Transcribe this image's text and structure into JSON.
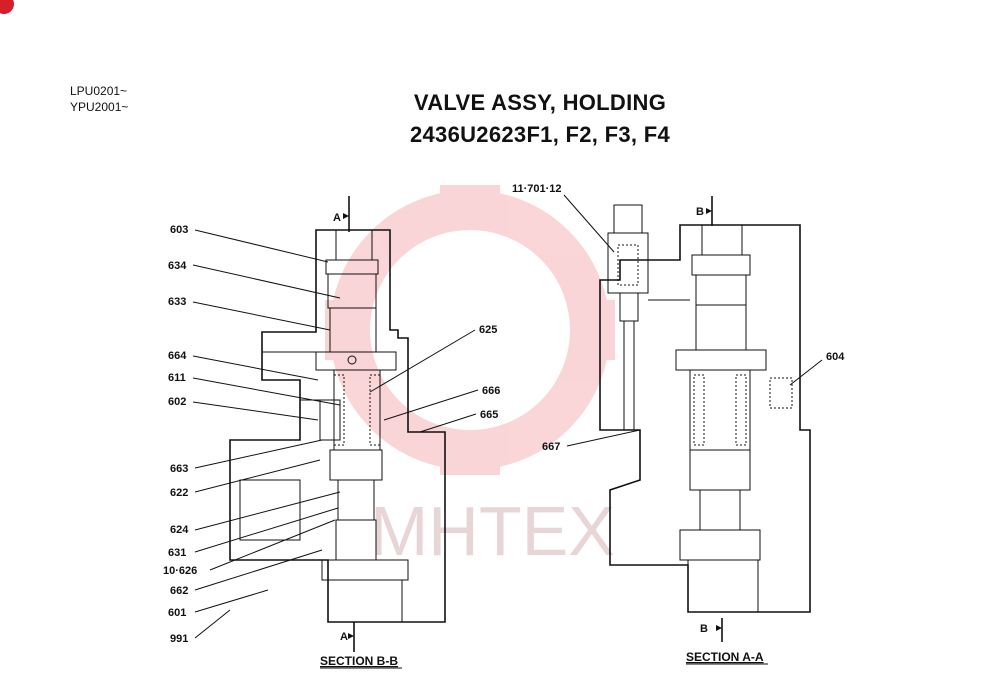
{
  "serials": [
    "LPU0201~",
    "YPU2001~"
  ],
  "title": {
    "line1": "VALVE ASSY,  HOLDING",
    "line2": "2436U2623F1, F2, F3, F4"
  },
  "watermark": {
    "text": "MHTEX",
    "color": "#f3b3b5"
  },
  "colors": {
    "ink": "#111111",
    "badge": "#d61f2b"
  },
  "left_view": {
    "section": "SECTION B-B",
    "cut_top": "A",
    "cut_bottom": "A",
    "labels": {
      "p603": "603",
      "p634": "634",
      "p633": "633",
      "p664": "664",
      "p611": "611",
      "p602": "602",
      "p663": "663",
      "p622": "622",
      "p624": "624",
      "p631": "631",
      "p10_626": "10·626",
      "p662": "662",
      "p601": "601",
      "p991": "991",
      "p625": "625",
      "p666": "666",
      "p665": "665"
    }
  },
  "right_view": {
    "section": "SECTION A-A",
    "cut_top": "B",
    "cut_bottom": "B",
    "labels": {
      "p11_701_12": "11·701·12",
      "p604": "604",
      "p667": "667"
    }
  }
}
